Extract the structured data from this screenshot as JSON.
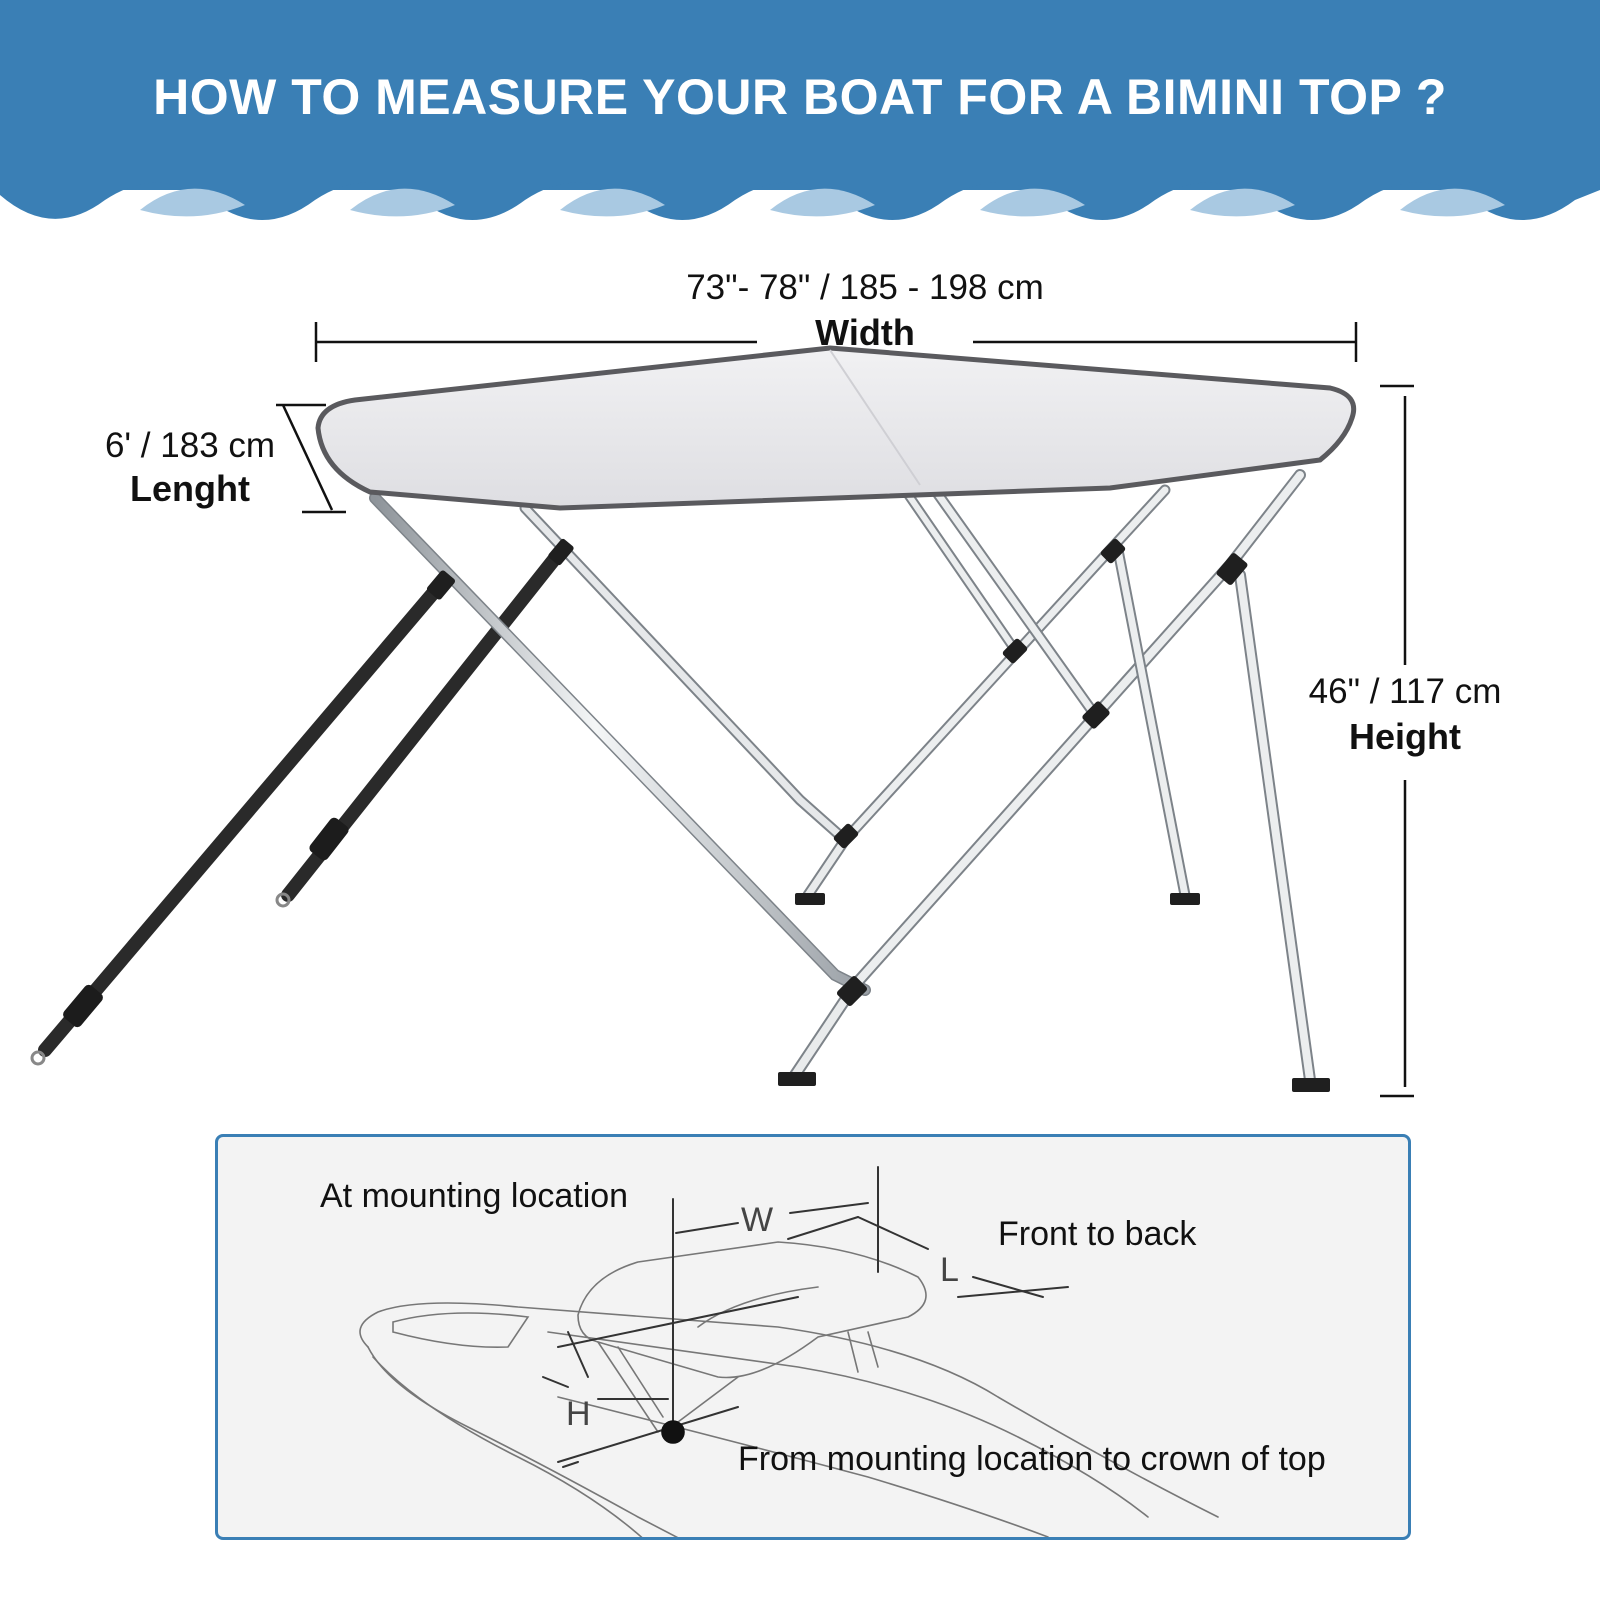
{
  "header": {
    "title": "HOW TO MEASURE YOUR BOAT FOR A BIMINI TOP ?",
    "colors": {
      "banner": "#3a7fb5",
      "wave_light": "#a9c9e2"
    }
  },
  "dimensions": {
    "width": {
      "value": "73\"- 78\" / 185 - 198 cm",
      "label": "Width"
    },
    "length": {
      "value": "6' / 183 cm",
      "label": "Lenght"
    },
    "height": {
      "value": "46\" / 117 cm",
      "label": "Height"
    }
  },
  "inset": {
    "at_mounting": "At mounting location",
    "front_to_back": "Front to back",
    "from_mounting": "From mounting location to crown of top",
    "letters": {
      "w": "W",
      "l": "L",
      "h": "H"
    },
    "border_color": "#3a7fb5"
  }
}
